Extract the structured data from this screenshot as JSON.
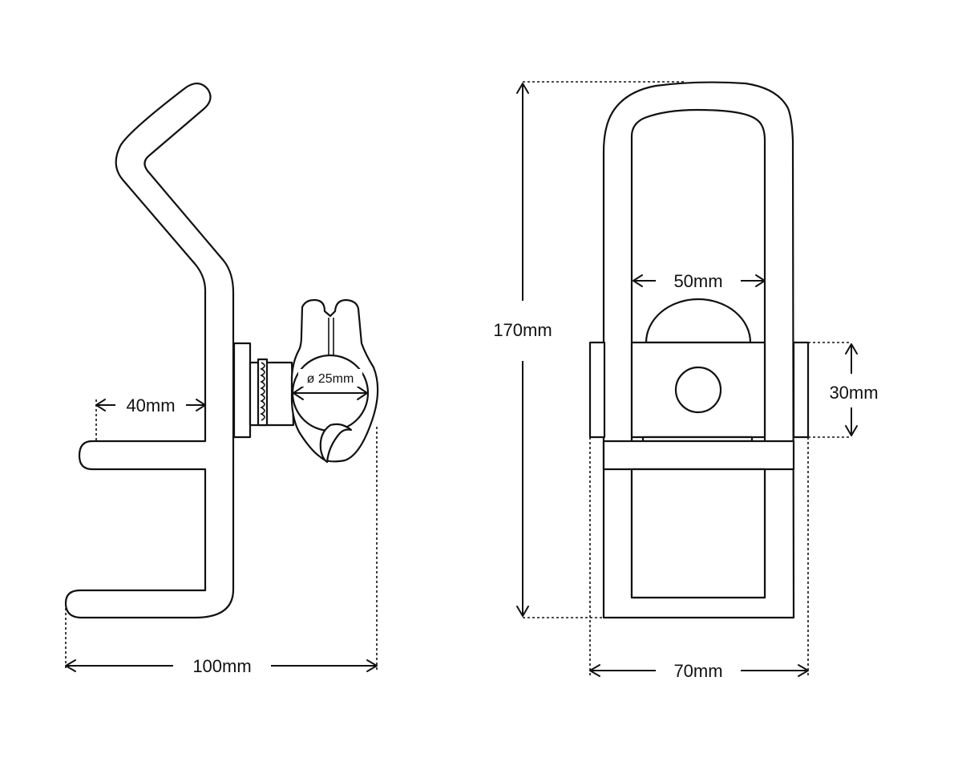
{
  "dimensions": {
    "arm_spacing": "40mm",
    "total_depth": "100mm",
    "tube_diameter": "ø 25mm",
    "inner_width": "50mm",
    "total_height": "170mm",
    "clamp_height": "30mm",
    "total_width": "70mm"
  },
  "colors": {
    "line": "#111111",
    "background": "#ffffff"
  }
}
